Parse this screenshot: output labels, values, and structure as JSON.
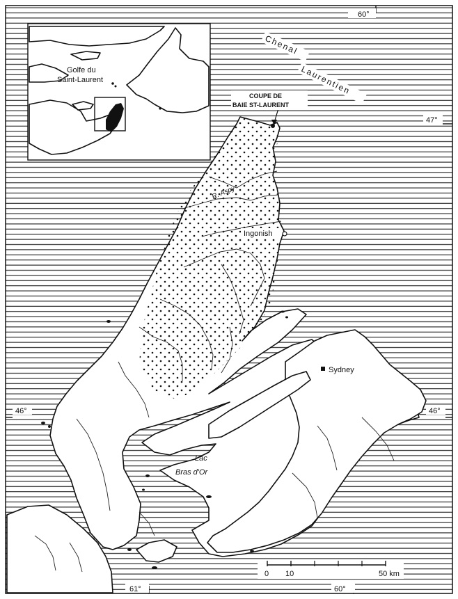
{
  "inset": {
    "label_line1": "Golfe du",
    "label_line2": "Saint-Laurent"
  },
  "labels": {
    "chenal_line1": "Chenal",
    "chenal_line2": "Laurentien",
    "coupe_line1": "COUPE DE",
    "coupe_line2": "BAIE ST-LAURENT",
    "river": "R. Aspy",
    "ingonish": "Ingonish",
    "sydney": "Sydney",
    "lac_line1": "Lac",
    "lac_line2": "Bras d'Or"
  },
  "graticule": {
    "lon_60_top": "60°",
    "lat_47": "47°",
    "lat_46_left": "46°",
    "lat_46_right": "46°",
    "lon_61_bottom": "61°",
    "lon_60_bottom": "60°"
  },
  "scale_bar": {
    "tick_0": "0",
    "tick_10": "10",
    "tick_50": "50 km"
  },
  "colors": {
    "ink": "#111111",
    "paper": "#ffffff"
  }
}
